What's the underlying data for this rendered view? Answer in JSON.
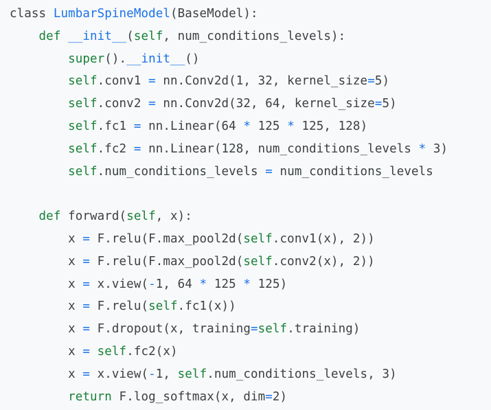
{
  "code": {
    "lines": [
      [
        {
          "t": "class ",
          "c": "plain"
        },
        {
          "t": "LumbarSpineModel",
          "c": "cls"
        },
        {
          "t": "(BaseModel):",
          "c": "plain"
        }
      ],
      [
        {
          "t": "    ",
          "c": "plain"
        },
        {
          "t": "def",
          "c": "kw"
        },
        {
          "t": " ",
          "c": "plain"
        },
        {
          "t": "__init__",
          "c": "cls"
        },
        {
          "t": "(",
          "c": "plain"
        },
        {
          "t": "self",
          "c": "self"
        },
        {
          "t": ", num_conditions_levels):",
          "c": "plain"
        }
      ],
      [
        {
          "t": "        ",
          "c": "plain"
        },
        {
          "t": "super",
          "c": "builtin"
        },
        {
          "t": "().",
          "c": "plain"
        },
        {
          "t": "__init__",
          "c": "cls"
        },
        {
          "t": "()",
          "c": "plain"
        }
      ],
      [
        {
          "t": "        ",
          "c": "plain"
        },
        {
          "t": "self",
          "c": "self"
        },
        {
          "t": ".conv1 ",
          "c": "plain"
        },
        {
          "t": "=",
          "c": "op"
        },
        {
          "t": " nn.Conv2d(1, 32, kernel_size",
          "c": "plain"
        },
        {
          "t": "=",
          "c": "op"
        },
        {
          "t": "5)",
          "c": "plain"
        }
      ],
      [
        {
          "t": "        ",
          "c": "plain"
        },
        {
          "t": "self",
          "c": "self"
        },
        {
          "t": ".conv2 ",
          "c": "plain"
        },
        {
          "t": "=",
          "c": "op"
        },
        {
          "t": " nn.Conv2d(32, 64, kernel_size",
          "c": "plain"
        },
        {
          "t": "=",
          "c": "op"
        },
        {
          "t": "5)",
          "c": "plain"
        }
      ],
      [
        {
          "t": "        ",
          "c": "plain"
        },
        {
          "t": "self",
          "c": "self"
        },
        {
          "t": ".fc1 ",
          "c": "plain"
        },
        {
          "t": "=",
          "c": "op"
        },
        {
          "t": " nn.Linear(64 ",
          "c": "plain"
        },
        {
          "t": "*",
          "c": "op"
        },
        {
          "t": " 125 ",
          "c": "plain"
        },
        {
          "t": "*",
          "c": "op"
        },
        {
          "t": " 125, 128)",
          "c": "plain"
        }
      ],
      [
        {
          "t": "        ",
          "c": "plain"
        },
        {
          "t": "self",
          "c": "self"
        },
        {
          "t": ".fc2 ",
          "c": "plain"
        },
        {
          "t": "=",
          "c": "op"
        },
        {
          "t": " nn.Linear(128, num_conditions_levels ",
          "c": "plain"
        },
        {
          "t": "*",
          "c": "op"
        },
        {
          "t": " 3)",
          "c": "plain"
        }
      ],
      [
        {
          "t": "        ",
          "c": "plain"
        },
        {
          "t": "self",
          "c": "self"
        },
        {
          "t": ".num_conditions_levels ",
          "c": "plain"
        },
        {
          "t": "=",
          "c": "op"
        },
        {
          "t": " num_conditions_levels",
          "c": "plain"
        }
      ],
      [],
      [
        {
          "t": "    ",
          "c": "plain"
        },
        {
          "t": "def",
          "c": "kw"
        },
        {
          "t": " forward(",
          "c": "plain"
        },
        {
          "t": "self",
          "c": "self"
        },
        {
          "t": ", x):",
          "c": "plain"
        }
      ],
      [
        {
          "t": "        x ",
          "c": "plain"
        },
        {
          "t": "=",
          "c": "op"
        },
        {
          "t": " F.relu(F.max_pool2d(",
          "c": "plain"
        },
        {
          "t": "self",
          "c": "self"
        },
        {
          "t": ".conv1(x), 2))",
          "c": "plain"
        }
      ],
      [
        {
          "t": "        x ",
          "c": "plain"
        },
        {
          "t": "=",
          "c": "op"
        },
        {
          "t": " F.relu(F.max_pool2d(",
          "c": "plain"
        },
        {
          "t": "self",
          "c": "self"
        },
        {
          "t": ".conv2(x), 2))",
          "c": "plain"
        }
      ],
      [
        {
          "t": "        x ",
          "c": "plain"
        },
        {
          "t": "=",
          "c": "op"
        },
        {
          "t": " x.view(",
          "c": "plain"
        },
        {
          "t": "-",
          "c": "op"
        },
        {
          "t": "1, 64 ",
          "c": "plain"
        },
        {
          "t": "*",
          "c": "op"
        },
        {
          "t": " 125 ",
          "c": "plain"
        },
        {
          "t": "*",
          "c": "op"
        },
        {
          "t": " 125)",
          "c": "plain"
        }
      ],
      [
        {
          "t": "        x ",
          "c": "plain"
        },
        {
          "t": "=",
          "c": "op"
        },
        {
          "t": " F.relu(",
          "c": "plain"
        },
        {
          "t": "self",
          "c": "self"
        },
        {
          "t": ".fc1(x))",
          "c": "plain"
        }
      ],
      [
        {
          "t": "        x ",
          "c": "plain"
        },
        {
          "t": "=",
          "c": "op"
        },
        {
          "t": " F.dropout(x, training",
          "c": "plain"
        },
        {
          "t": "=",
          "c": "op"
        },
        {
          "t": "self",
          "c": "self"
        },
        {
          "t": ".training)",
          "c": "plain"
        }
      ],
      [
        {
          "t": "        x ",
          "c": "plain"
        },
        {
          "t": "=",
          "c": "op"
        },
        {
          "t": " ",
          "c": "plain"
        },
        {
          "t": "self",
          "c": "self"
        },
        {
          "t": ".fc2(x)",
          "c": "plain"
        }
      ],
      [
        {
          "t": "        x ",
          "c": "plain"
        },
        {
          "t": "=",
          "c": "op"
        },
        {
          "t": " x.view(",
          "c": "plain"
        },
        {
          "t": "-",
          "c": "op"
        },
        {
          "t": "1, ",
          "c": "plain"
        },
        {
          "t": "self",
          "c": "self"
        },
        {
          "t": ".num_conditions_levels, 3)",
          "c": "plain"
        }
      ],
      [
        {
          "t": "        ",
          "c": "plain"
        },
        {
          "t": "return",
          "c": "kw"
        },
        {
          "t": " F.log_softmax(x, dim",
          "c": "plain"
        },
        {
          "t": "=",
          "c": "op"
        },
        {
          "t": "2)",
          "c": "plain"
        }
      ]
    ]
  },
  "colors": {
    "background": "#f8f9fa",
    "keyword": "#188038",
    "class_name": "#1a73e8",
    "operator": "#1a73e8",
    "text": "#3c4043"
  }
}
